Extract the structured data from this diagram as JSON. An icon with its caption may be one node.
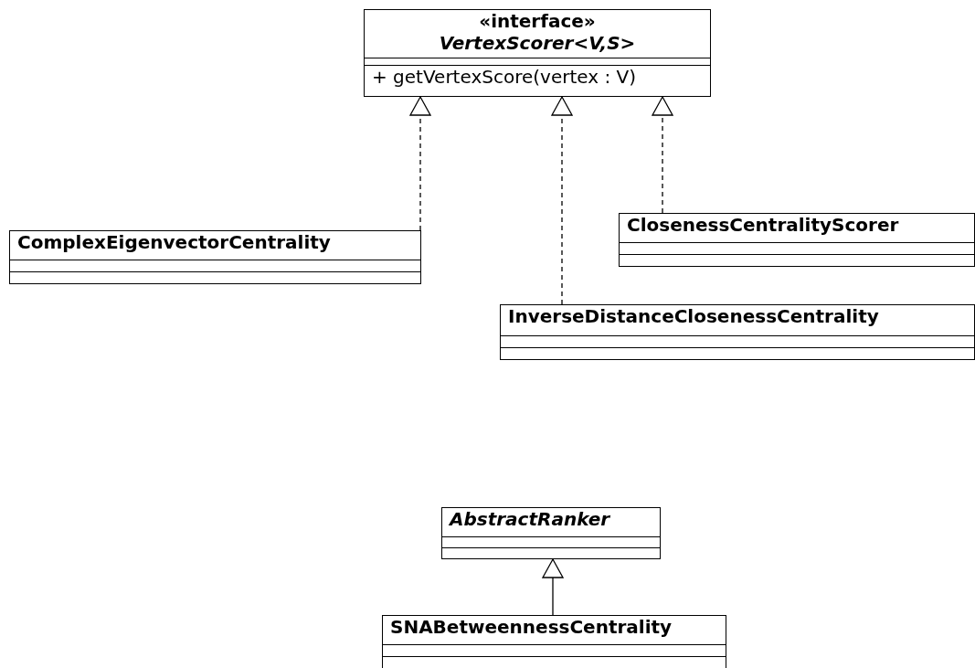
{
  "diagram": {
    "nodes": [
      {
        "text": [
          "«interface»",
          "VertexScorer<V,S>",
          "+ getVertexScore(vertex : V)"
        ]
      },
      {
        "text": [
          "ComplexEigenvectorCentrality"
        ]
      },
      {
        "text": [
          "ClosenessCentralityScorer"
        ]
      },
      {
        "text": [
          "InverseDistanceClosenessCentrality"
        ]
      },
      {
        "text": [
          "AbstractRanker"
        ]
      },
      {
        "text": [
          "SNABetweennessCentrality"
        ]
      }
    ],
    "edges": [
      {
        "from": 1,
        "to": 0,
        "arrow": "to",
        "style": "dashed"
      },
      {
        "from": 3,
        "to": 0,
        "arrow": "to",
        "style": "dashed"
      },
      {
        "from": 2,
        "to": 0,
        "arrow": "to",
        "style": "dashed"
      },
      {
        "from": 5,
        "to": 4,
        "arrow": "to"
      }
    ]
  }
}
